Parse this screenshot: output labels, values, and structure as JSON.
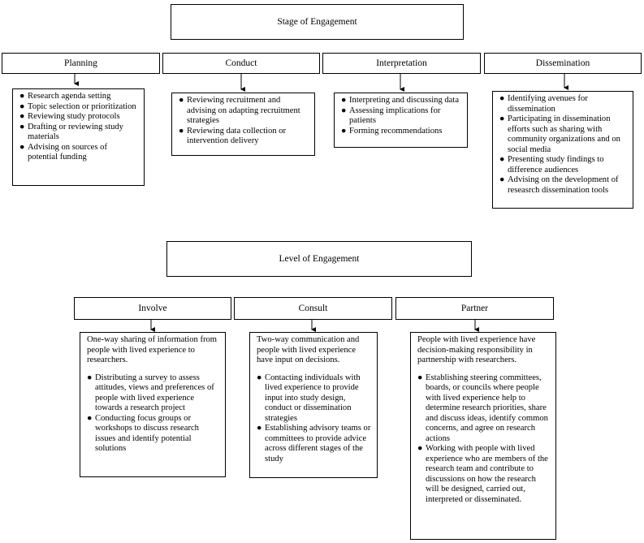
{
  "stage": {
    "title": "Stage of Engagement",
    "columns": [
      {
        "label": "Planning",
        "items": [
          "Research agenda setting",
          "Topic selection or prioritization",
          "Reviewing study protocols",
          "Drafting or reviewing study materials",
          "Advising  on sources of potential funding"
        ]
      },
      {
        "label": "Conduct",
        "items": [
          "Reviewing recruitment and advising on adapting recruitment strategies",
          "Reviewing data collection or intervention delivery"
        ]
      },
      {
        "label": "Interpretation",
        "items": [
          "Interpreting and discussing data",
          "Assessing implications for patients",
          "Forming recommendations"
        ]
      },
      {
        "label": "Dissemination",
        "items": [
          "Identifying avenues for dissemination",
          "Participating in dissemination efforts such as sharing with community organizations and on social media",
          "Presenting study findings to difference audiences",
          "Advising  on the development of reseasrch dissemination tools"
        ]
      }
    ]
  },
  "level": {
    "title": "Level of Engagement",
    "columns": [
      {
        "label": "Involve",
        "intro": "One-way sharing of information from people with lived experience to researchers.",
        "items": [
          "Distributing a survey to assess attitudes, views and preferences of people with lived experience towards a research project",
          "Conducting focus groups or workshops to discuss research issues and identify potential solutions"
        ]
      },
      {
        "label": "Consult",
        "intro": "Two-way communication and people with lived experience have  input on decisions.",
        "items": [
          "Contacting individuals with lived experience to provide input into study design, conduct or dissemination strategies",
          "Establishing advisory teams or committees to provide advice  across different stages of the study"
        ]
      },
      {
        "label": "Partner",
        "intro": "People with lived experience have decision-making responsibility in partnership with researchers.",
        "items": [
          "Establishing steering committees, boards, or councils where people with lived experience help to determine research priorities, share and discuss ideas, identify common concerns, and agree on research actions",
          "Working with people with lived experience who are members of the research team and contribute to discussions on how the research will be designed, carried out, interpreted or disseminated."
        ]
      }
    ]
  },
  "bullet_glyph": "●"
}
